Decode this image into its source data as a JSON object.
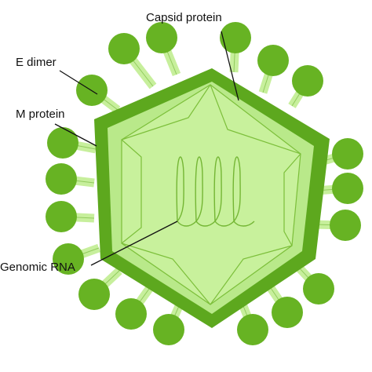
{
  "labels": {
    "capsid": "Capsid protein",
    "e_dimer": "E dimer",
    "m_protein": "M protein",
    "genomic_rna": "Genomic RNA"
  },
  "colors": {
    "outer_shell": "#5da81e",
    "inner_fill": "#b9e98a",
    "facet_fill": "#c8f19c",
    "facet_line": "#7cbf3a",
    "spike_head": "#67b323",
    "spike_stalk": "#c7ef9c",
    "rna": "#74b634",
    "text": "#111111"
  },
  "icons": {
    "virion": "flavivirus-particle-icon",
    "spike": "e-dimer-spike-icon",
    "genome": "rna-coil-icon"
  }
}
